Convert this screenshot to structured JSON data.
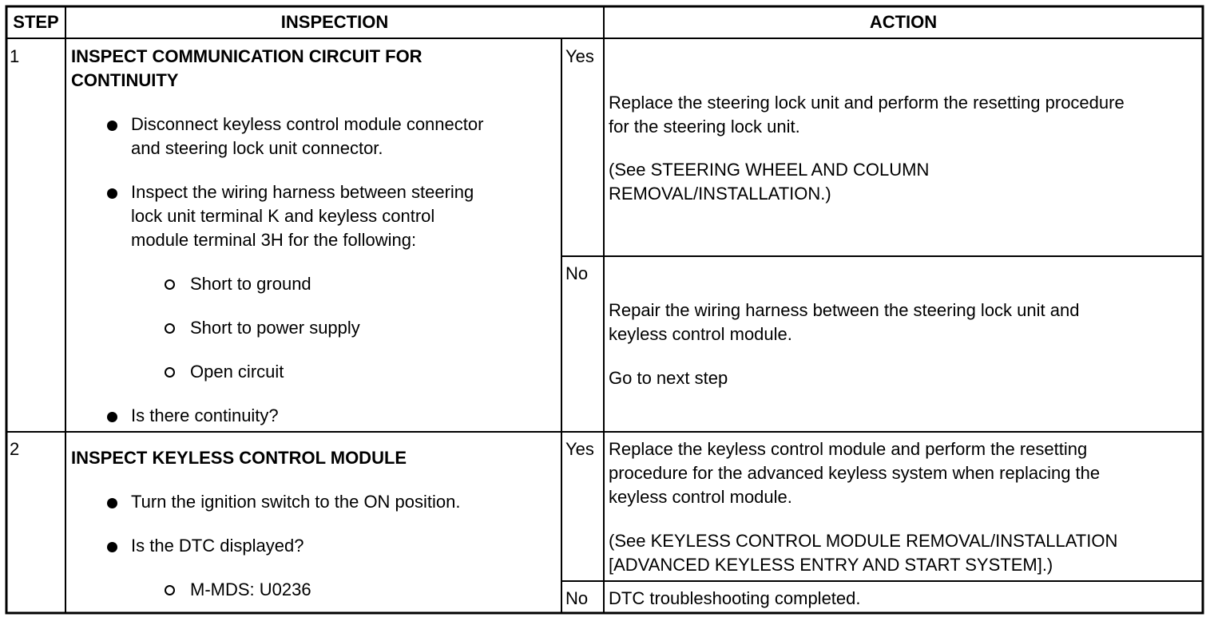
{
  "headers": {
    "step": "STEP",
    "inspection": "INSPECTION",
    "action": "ACTION"
  },
  "step1": {
    "number": "1",
    "title": [
      "INSPECT COMMUNICATION CIRCUIT FOR",
      "CONTINUITY"
    ],
    "bullets": [
      [
        "Disconnect keyless control module connector",
        "and steering lock unit connector."
      ],
      [
        "Inspect the wiring harness between steering",
        "lock unit terminal K and keyless control",
        "module terminal 3H for the following:"
      ]
    ],
    "sub_items": [
      "Short to ground",
      "Short to power supply",
      "Open circuit"
    ],
    "question": "Is there continuity?",
    "yes": {
      "label": "Yes",
      "lines": [
        "Replace the steering lock unit and perform the resetting procedure",
        "for the steering lock unit.",
        "(See STEERING WHEEL AND COLUMN",
        "REMOVAL/INSTALLATION.)"
      ]
    },
    "no": {
      "label": "No",
      "lines": [
        "Repair the wiring harness between the steering lock unit and",
        "keyless control module.",
        "Go to next step"
      ]
    }
  },
  "step2": {
    "number": "2",
    "title": "INSPECT KEYLESS CONTROL MODULE",
    "bullets": [
      "Turn the ignition switch to the ON position.",
      "Is the DTC displayed?"
    ],
    "sub_item": "M-MDS: U0236",
    "yes": {
      "label": "Yes",
      "lines": [
        "Replace the keyless control module and perform the resetting",
        "procedure for the advanced keyless system when replacing the",
        "keyless control module.",
        "(See KEYLESS CONTROL MODULE REMOVAL/INSTALLATION",
        "[ADVANCED KEYLESS ENTRY AND START SYSTEM].)"
      ]
    },
    "no": {
      "label": "No",
      "lines": [
        "DTC troubleshooting completed."
      ]
    }
  }
}
